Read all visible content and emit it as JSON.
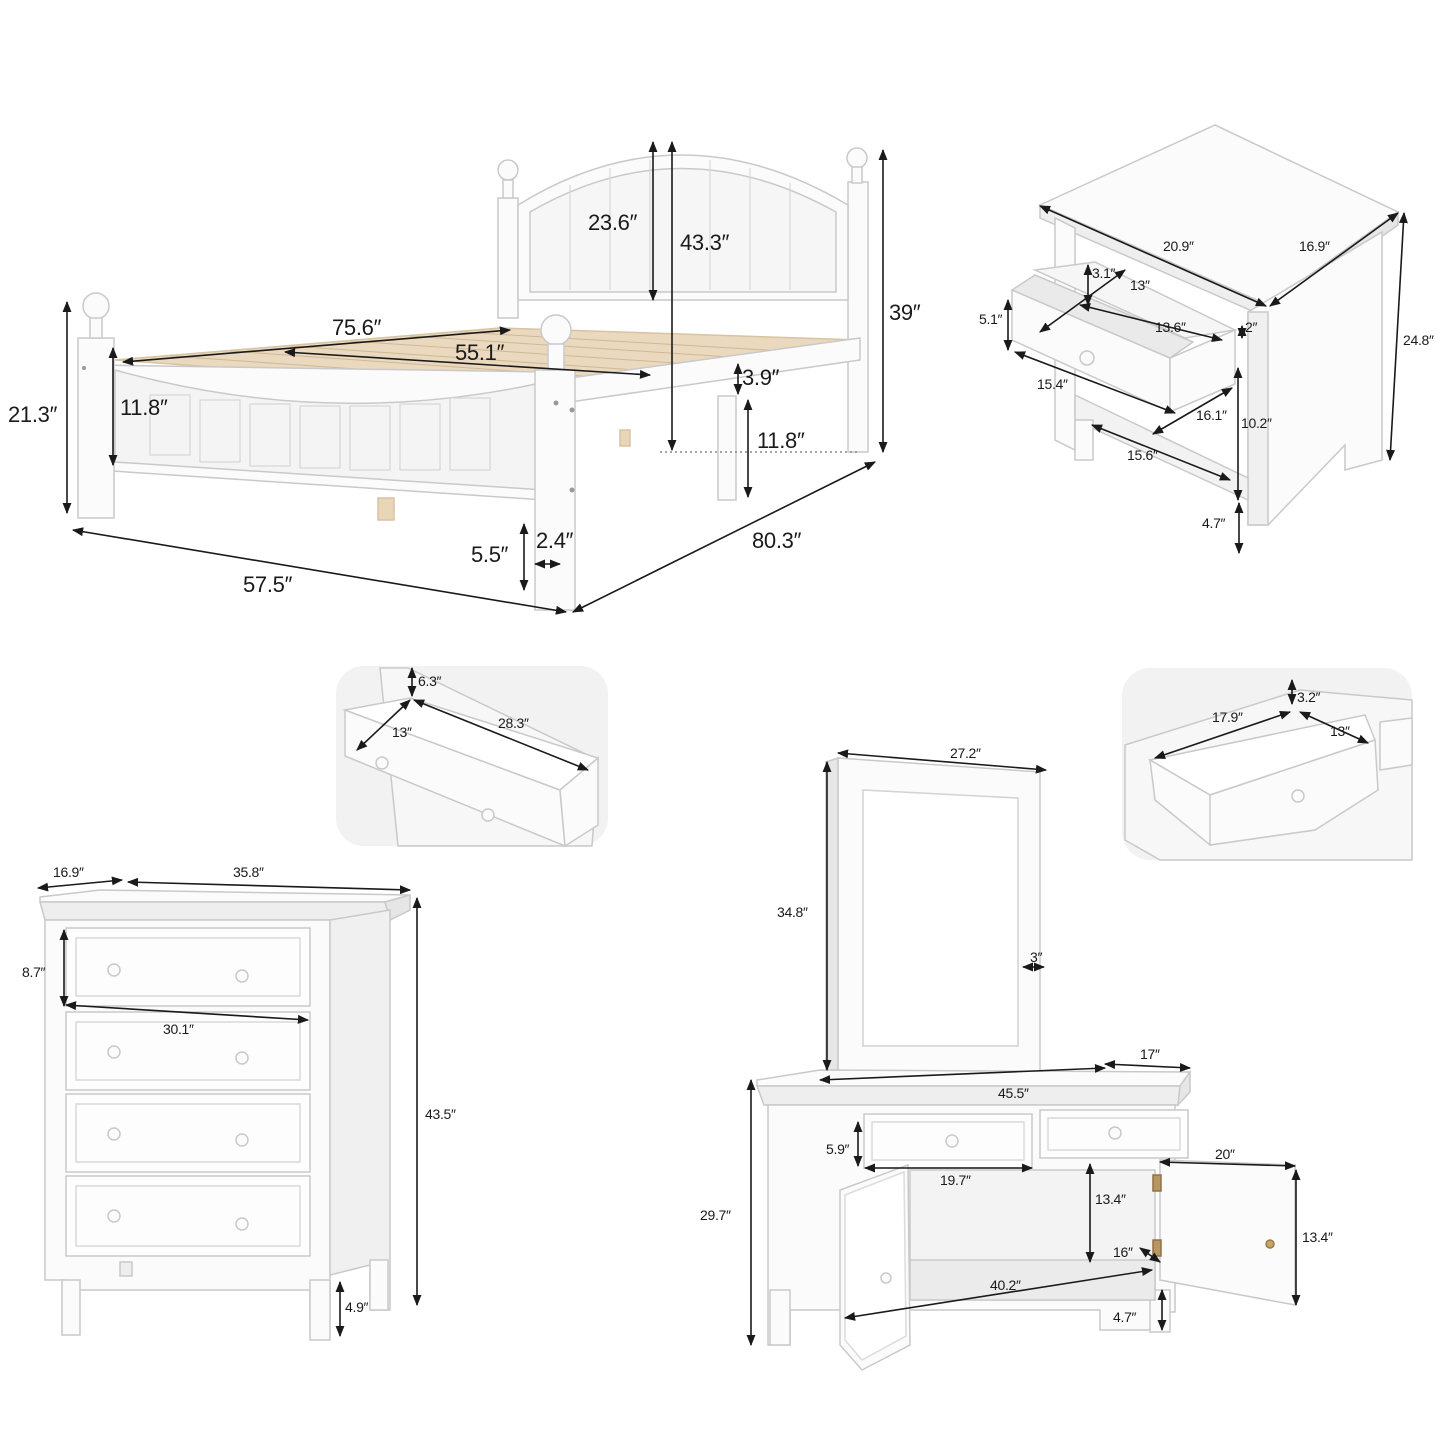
{
  "bed": {
    "headboard_height": "23.6″",
    "total_height": "43.3″",
    "post_height": "39″",
    "inner_length": "75.6″",
    "slat_width": "55.1″",
    "rail_height": "3.9″",
    "under_clearance": "11.8″",
    "footboard_panel": "11.8″",
    "footboard_height": "21.3″",
    "leg_height": "5.5″",
    "leg_width": "2.4″",
    "overall_width": "57.5″",
    "overall_length": "80.3″"
  },
  "nightstand": {
    "width": "20.9″",
    "depth": "16.9″",
    "drawer_depth_inner": "3.1″",
    "drawer_length": "13″",
    "drawer_front_height": "5.1″",
    "drawer_inner_width": "13.6″",
    "drawer_extension": "2″",
    "drawer_width": "15.4″",
    "shelf_depth": "16.1″",
    "shelf_height": "10.2″",
    "shelf_width": "15.6″",
    "height": "24.8″",
    "leg_height": "4.7″"
  },
  "chest_drawer_inset": {
    "depth": "6.3″",
    "length": "13″",
    "width": "28.3″"
  },
  "dresser_drawer_inset": {
    "depth": "3.2″",
    "width": "17.9″",
    "length": "13″"
  },
  "chest": {
    "depth": "16.9″",
    "width": "35.8″",
    "drawer_height": "8.7″",
    "drawer_width": "30.1″",
    "height": "43.5″",
    "leg_height": "4.9″"
  },
  "mirror": {
    "width": "27.2″",
    "height": "34.8″",
    "frame_depth": "3″"
  },
  "dresser": {
    "depth": "17″",
    "width": "45.5″",
    "drawer_height": "5.9″",
    "drawer_width": "19.7″",
    "door_width": "20″",
    "cabinet_height": "13.4″",
    "cabinet_depth": "16″",
    "door_height": "13.4″",
    "inner_width": "40.2″",
    "height": "29.7″",
    "leg_height": "4.7″"
  },
  "colors": {
    "furniture": "#fbfbfb",
    "edge": "#c9c9c9",
    "shade": "#e6e6e6",
    "slat": "#ead9bf",
    "line": "#1a1a1a",
    "inset_bg": "#f2f2f2"
  }
}
